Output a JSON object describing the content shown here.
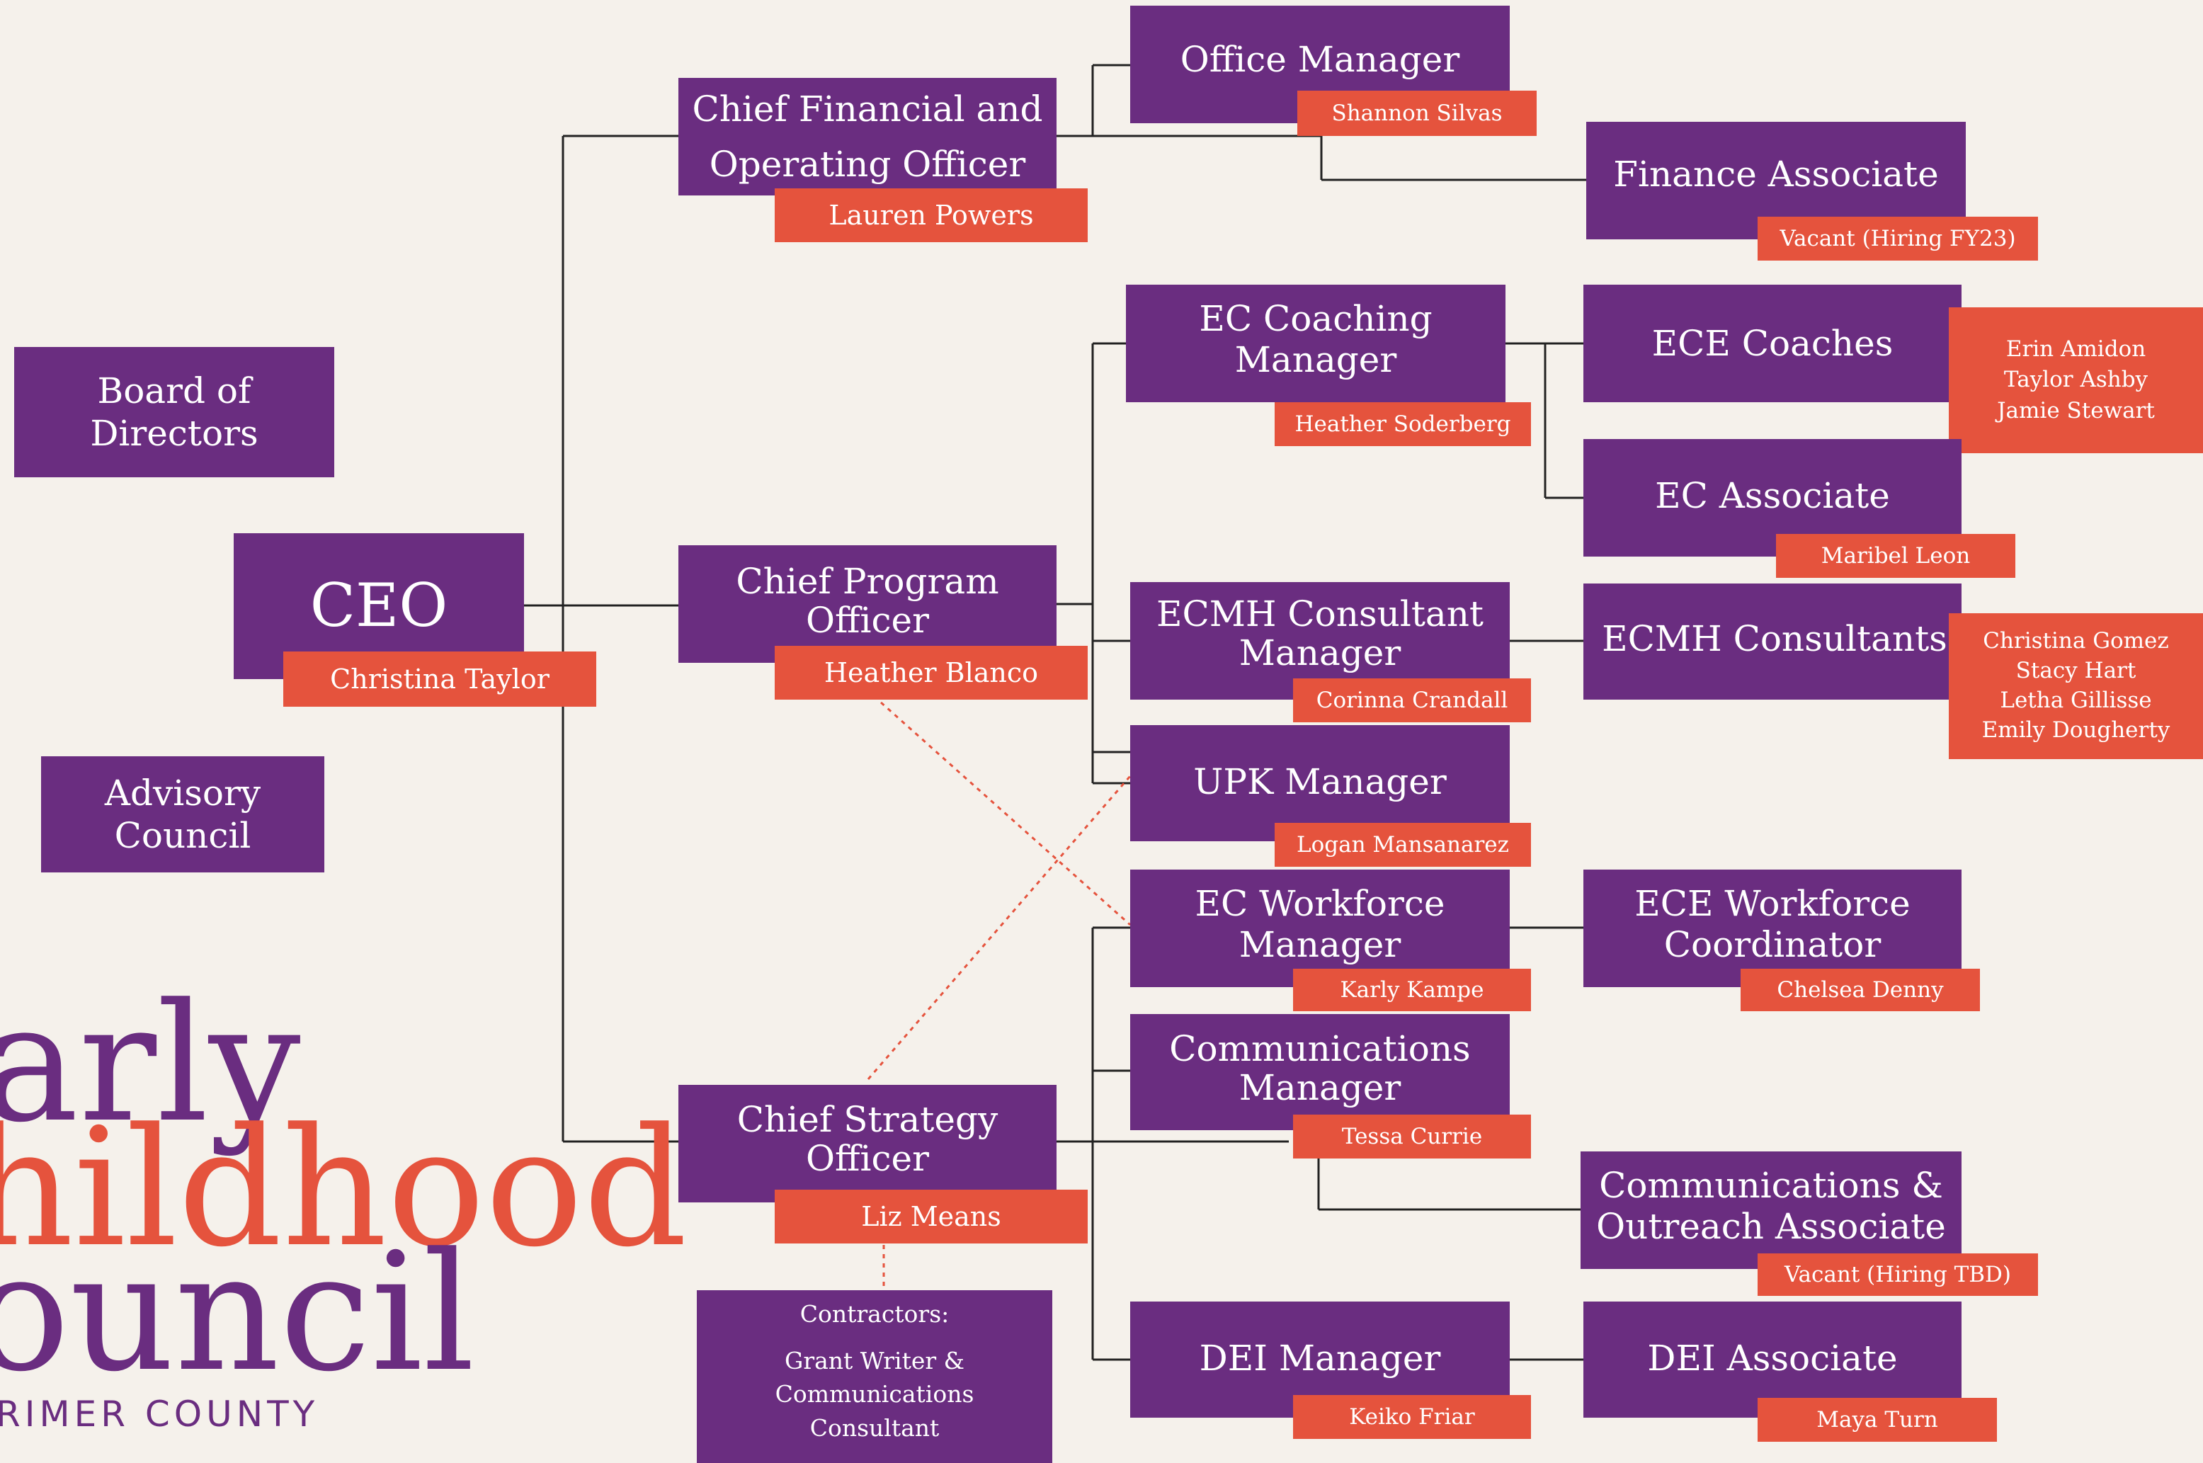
{
  "colors": {
    "box": "#6a2d80",
    "tag": "#e5533d",
    "background": "#f5f1eb",
    "line": "#222222",
    "dotted": "#e5533d"
  },
  "board": {
    "title": "Board of\nDirectors"
  },
  "advisory": {
    "title": "Advisory\nCouncil"
  },
  "ceo": {
    "title": "CEO",
    "name": "Christina Taylor"
  },
  "cfo": {
    "title": "Chief Financial and\nOperating Officer",
    "name": "Lauren Powers"
  },
  "cpo": {
    "title": "Chief Program\nOfficer",
    "name": "Heather Blanco"
  },
  "cso": {
    "title": "Chief Strategy\nOfficer",
    "name": "Liz Means"
  },
  "contractors": {
    "heading": "Contractors:",
    "body": "Grant Writer &\nCommunications\nConsultant"
  },
  "office_manager": {
    "title": "Office Manager",
    "name": "Shannon Silvas"
  },
  "finance_associate": {
    "title": "Finance Associate",
    "name": "Vacant (Hiring FY23)"
  },
  "ec_coaching_manager": {
    "title": "EC Coaching\nManager",
    "name": "Heather Soderberg"
  },
  "ece_coaches": {
    "title": "ECE Coaches",
    "names": "Erin Amidon\nTaylor Ashby\nJamie Stewart"
  },
  "ec_associate": {
    "title": "EC Associate",
    "name": "Maribel Leon"
  },
  "ecmh_manager": {
    "title": "ECMH Consultant\nManager",
    "name": "Corinna Crandall"
  },
  "ecmh_consultants": {
    "title": "ECMH Consultants",
    "names": "Christina Gomez\nStacy Hart\nLetha Gillisse\nEmily Dougherty"
  },
  "upk_manager": {
    "title": "UPK Manager",
    "name": "Logan Mansanarez"
  },
  "ec_workforce_manager": {
    "title": "EC Workforce\nManager",
    "name": "Karly Kampe"
  },
  "ece_workforce_coordinator": {
    "title": "ECE Workforce\nCoordinator",
    "name": "Chelsea Denny"
  },
  "communications_manager": {
    "title": "Communications\nManager",
    "name": "Tessa Currie"
  },
  "comms_outreach_associate": {
    "title": "Communications &\nOutreach Associate",
    "name": "Vacant (Hiring TBD)"
  },
  "dei_manager": {
    "title": "DEI Manager",
    "name": "Keiko Friar"
  },
  "dei_associate": {
    "title": "DEI Associate",
    "name": "Maya Turn"
  },
  "logo": {
    "line1": "arly",
    "line2": "hildhood",
    "line3": "ouncil",
    "line4": "RIMER COUNTY"
  }
}
